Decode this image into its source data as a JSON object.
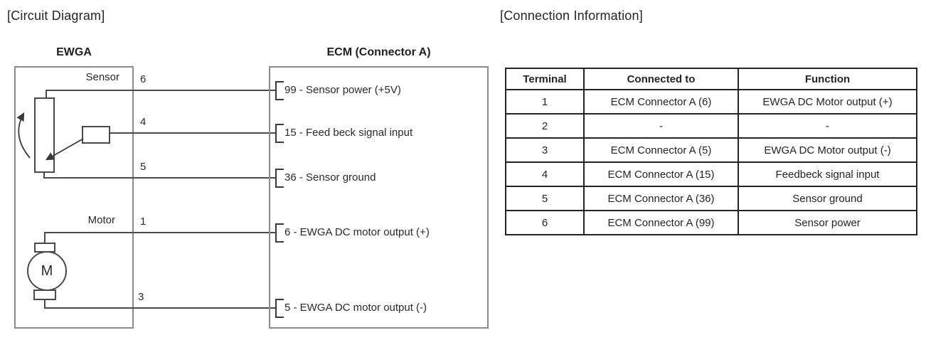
{
  "titles": {
    "circuit": "[Circuit Diagram]",
    "connection": "[Connection Information]"
  },
  "ewga": {
    "title": "EWGA",
    "sensor_label": "Sensor",
    "motor_label": "Motor",
    "motor_letter": "M"
  },
  "ecm": {
    "title": "ECM (Connector A)",
    "pins": [
      {
        "terminal": "6",
        "label": "99 - Sensor power (+5V)"
      },
      {
        "terminal": "4",
        "label": "15 - Feed beck signal input"
      },
      {
        "terminal": "5",
        "label": "36 - Sensor ground"
      },
      {
        "terminal": "1",
        "label": "6 - EWGA DC motor output (+)"
      },
      {
        "terminal": "3",
        "label": "5 - EWGA DC motor output (-)"
      }
    ]
  },
  "connection_table": {
    "headers": [
      "Terminal",
      "Connected to",
      "Function"
    ],
    "rows": [
      [
        "1",
        "ECM Connector A (6)",
        "EWGA DC Motor output (+)"
      ],
      [
        "2",
        "-",
        "-"
      ],
      [
        "3",
        "ECM Connector A (5)",
        "EWGA DC Motor output (-)"
      ],
      [
        "4",
        "ECM Connector A (15)",
        "Feedbeck signal input"
      ],
      [
        "5",
        "ECM Connector A (36)",
        "Sensor ground"
      ],
      [
        "6",
        "ECM Connector A (99)",
        "Sensor power"
      ]
    ]
  },
  "colors": {
    "background": "#ffffff",
    "text": "#1f1f1f",
    "component_box_border": "#8c8c8c",
    "wire": "#4a4a4a",
    "table_border": "#242424"
  }
}
